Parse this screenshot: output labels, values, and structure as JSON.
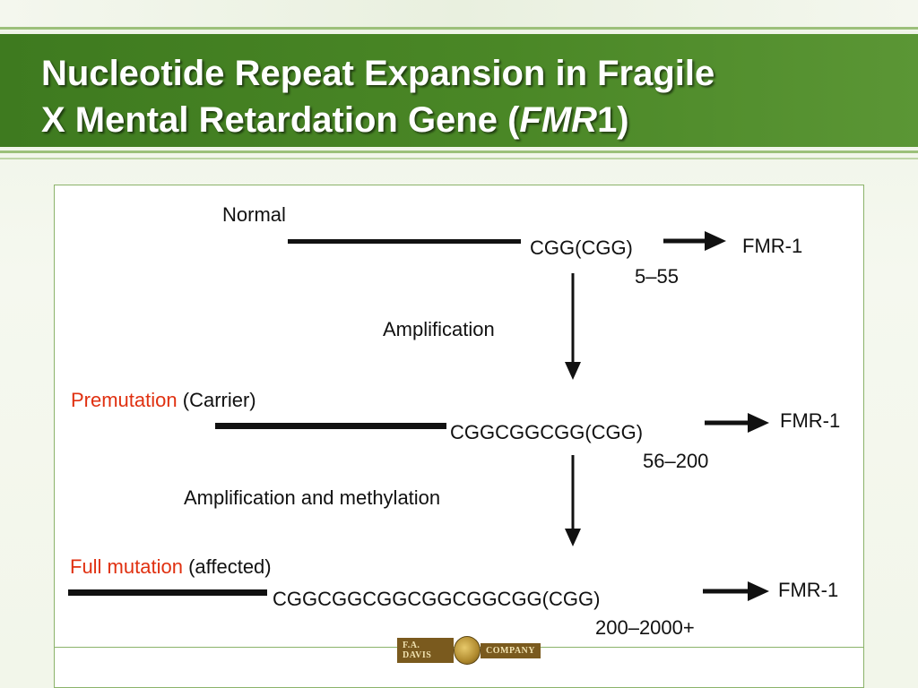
{
  "slide": {
    "title_line1": "Nucleotide Repeat Expansion  in Fragile",
    "title_line2_prefix": "X Mental Retardation Gene (",
    "title_line2_italic": "FMR",
    "title_line2_suffix": "1)"
  },
  "diagram": {
    "normal": {
      "label": "Normal",
      "sequence": "CGG(CGG)",
      "repeat_range": "5–55",
      "gene": "FMR-1"
    },
    "step1": {
      "label": "Amplification"
    },
    "premutation": {
      "label": "Premutation",
      "qualifier": "(Carrier)",
      "sequence": "CGGCGGCGG(CGG)",
      "repeat_range": "56–200",
      "gene": "FMR-1"
    },
    "step2": {
      "label": "Amplification and methylation"
    },
    "full_mutation": {
      "label": "Full mutation",
      "qualifier": "(affected)",
      "sequence": "CGGCGGCGGCGGCGGCGG(CGG)",
      "repeat_range": "200–2000+",
      "gene": "FMR-1"
    },
    "colors": {
      "status_label": "#e03010",
      "header_green": "#4a8726"
    }
  },
  "footer": {
    "logo_left": "F.A. DAVIS",
    "logo_right": "COMPANY"
  }
}
